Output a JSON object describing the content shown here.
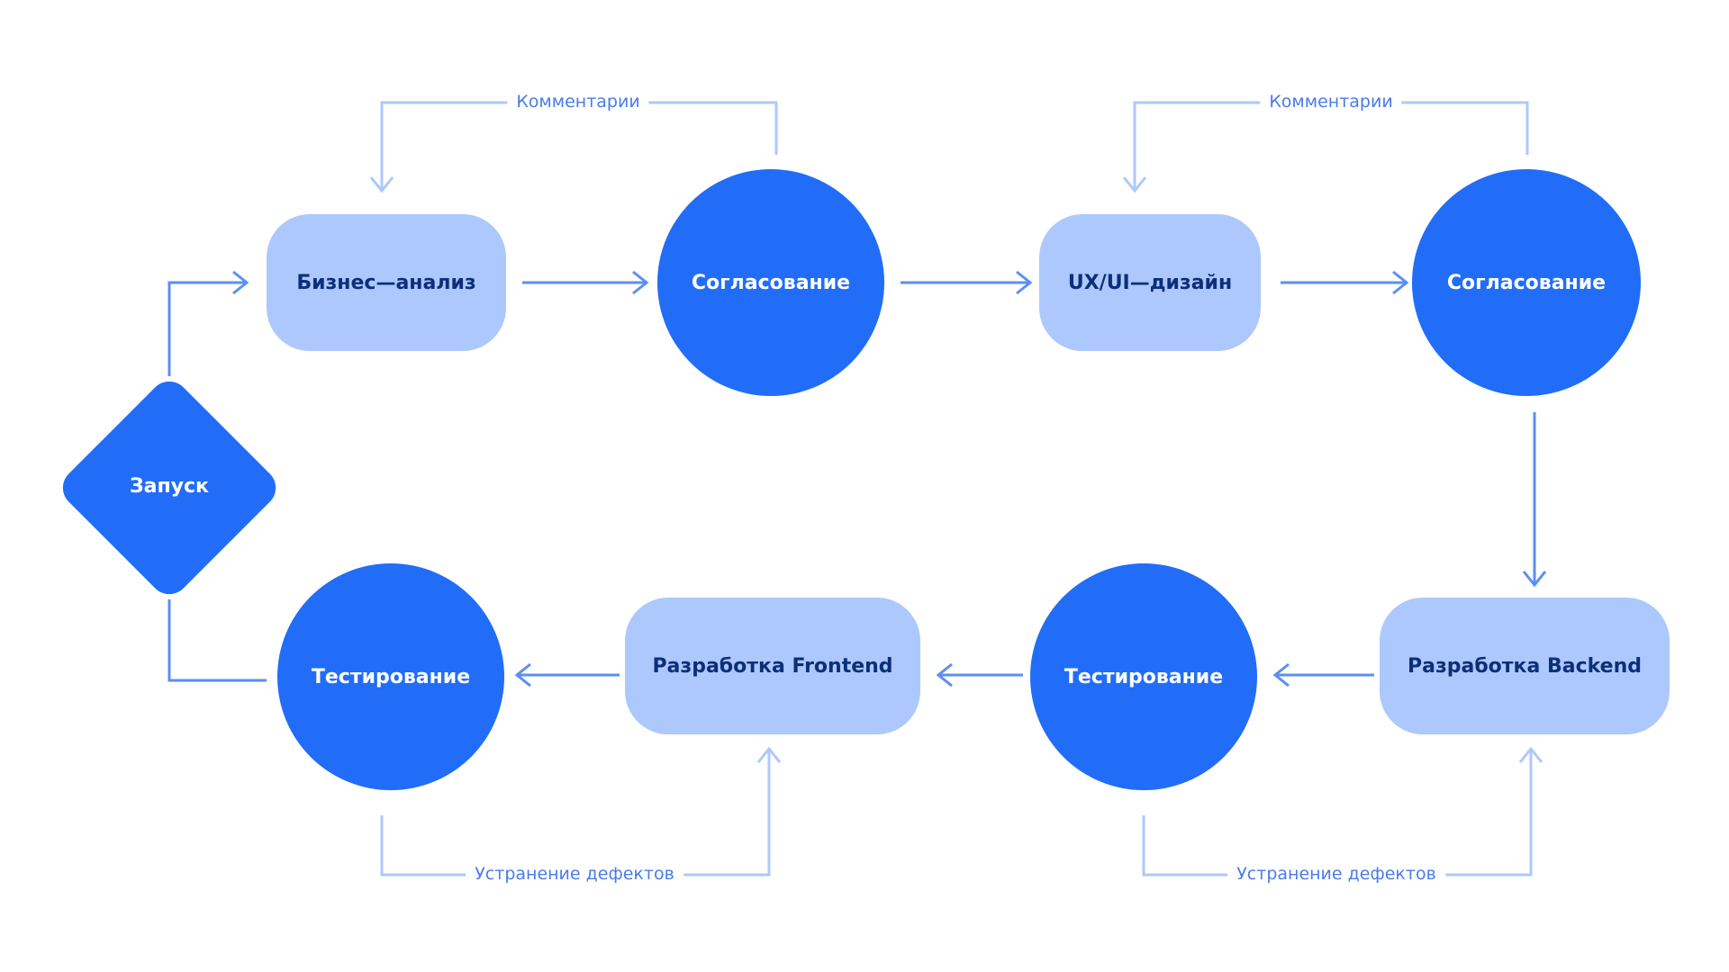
{
  "colors": {
    "primary": "#216DF8",
    "light": "#ADC8FC",
    "primary_text": "#FFFFFF",
    "light_text": "#0D2F7A",
    "arrow": "#5B8FF2",
    "arrow_light": "#ADC8FC",
    "label_text": "#4A7BEA"
  },
  "nodes": {
    "start": {
      "label": "Запуск",
      "shape": "diamond"
    },
    "business_analysis": {
      "label": "Бизнес—анализ",
      "shape": "rounded-rect"
    },
    "approval_1": {
      "label": "Согласование",
      "shape": "circle"
    },
    "ux_ui_design": {
      "label": "UX/UI—дизайн",
      "shape": "rounded-rect"
    },
    "approval_2": {
      "label": "Согласование",
      "shape": "circle"
    },
    "backend_dev": {
      "label": "Разработка Backend",
      "shape": "rounded-rect"
    },
    "testing_1": {
      "label": "Тестирование",
      "shape": "circle"
    },
    "frontend_dev": {
      "label": "Разработка Frontend",
      "shape": "rounded-rect"
    },
    "testing_2": {
      "label": "Тестирование",
      "shape": "circle"
    }
  },
  "feedback_labels": {
    "comments_1": "Комментарии",
    "comments_2": "Комментарии",
    "defects_1": "Устранение дефектов",
    "defects_2": "Устранение дефектов"
  },
  "edges": [
    {
      "from": "start",
      "to": "business_analysis"
    },
    {
      "from": "business_analysis",
      "to": "approval_1"
    },
    {
      "from": "approval_1",
      "to": "business_analysis",
      "label": "Комментарии"
    },
    {
      "from": "approval_1",
      "to": "ux_ui_design"
    },
    {
      "from": "ux_ui_design",
      "to": "approval_2"
    },
    {
      "from": "approval_2",
      "to": "ux_ui_design",
      "label": "Комментарии"
    },
    {
      "from": "approval_2",
      "to": "backend_dev"
    },
    {
      "from": "backend_dev",
      "to": "testing_1"
    },
    {
      "from": "testing_1",
      "to": "backend_dev",
      "label": "Устранение дефектов"
    },
    {
      "from": "testing_1",
      "to": "frontend_dev"
    },
    {
      "from": "frontend_dev",
      "to": "testing_2"
    },
    {
      "from": "testing_2",
      "to": "frontend_dev",
      "label": "Устранение дефектов"
    },
    {
      "from": "testing_2",
      "to": "start"
    }
  ]
}
